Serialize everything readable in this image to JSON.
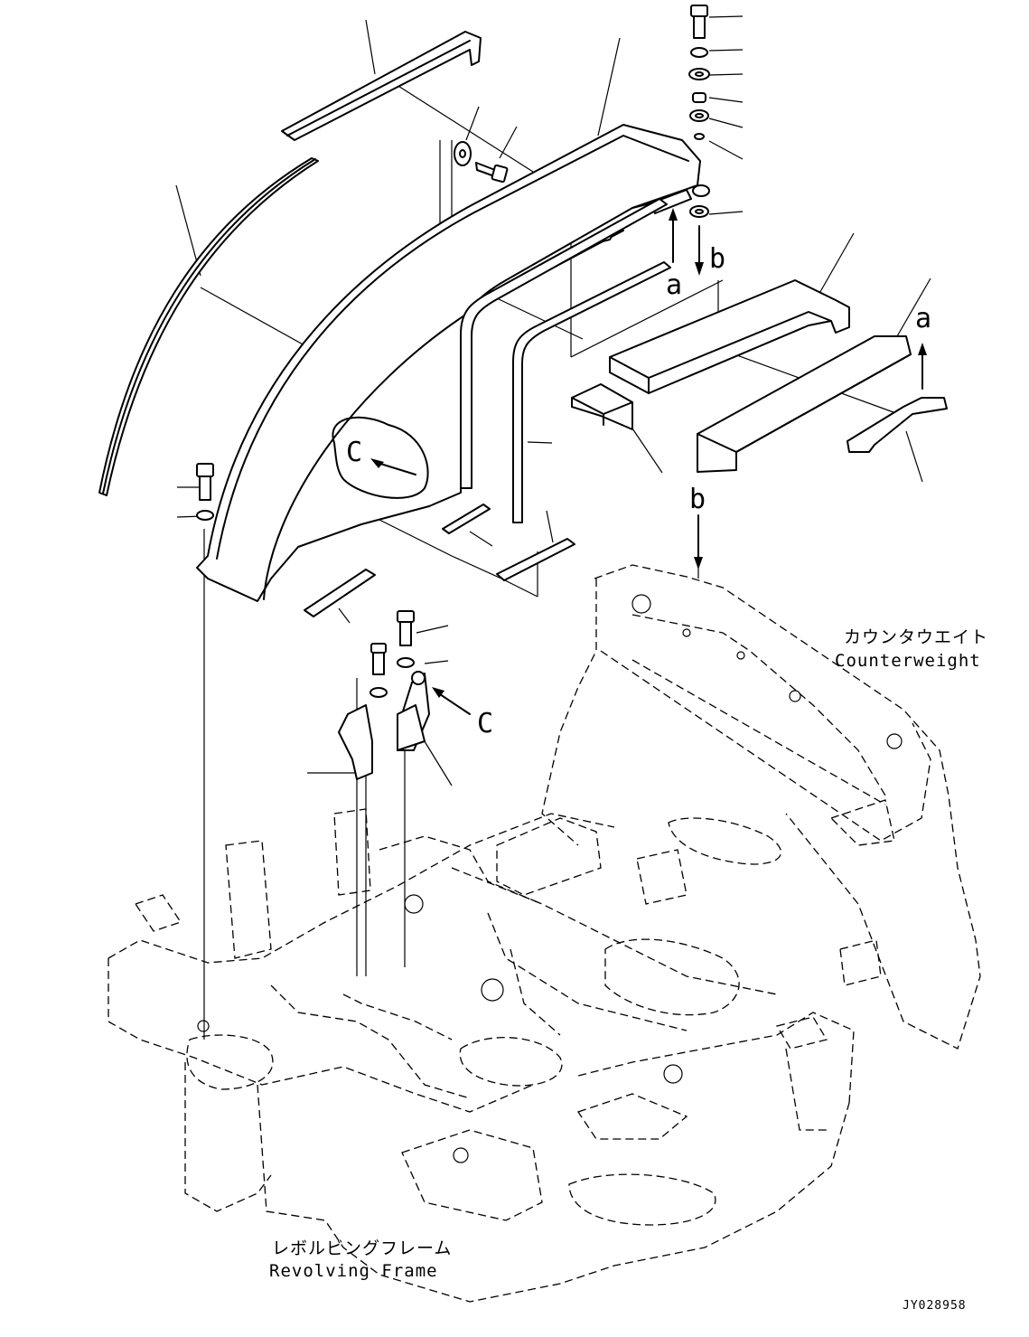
{
  "labels": {
    "counterweight_jp": "カウンタウエイト",
    "counterweight_en": "Counterweight",
    "frame_jp": "レボルビングフレーム",
    "frame_en": "Revolving Frame",
    "drawing_code": "JY028958"
  },
  "markers": {
    "a_upper": "a",
    "b_upper": "b",
    "a_right": "a",
    "b_lower": "b",
    "c_detail": "C",
    "c_bracket": "C"
  }
}
